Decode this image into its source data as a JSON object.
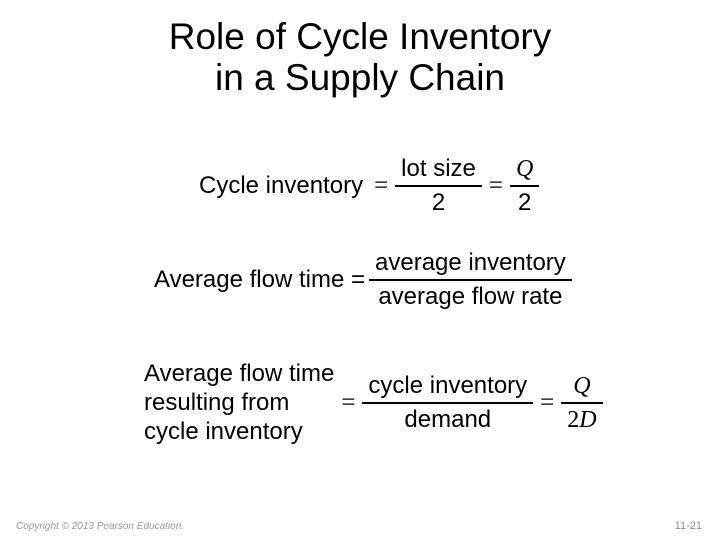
{
  "title": {
    "line1": "Role of Cycle Inventory",
    "line2": "in a Supply Chain"
  },
  "formula1": {
    "label": "Cycle inventory",
    "equals1": "=",
    "frac_lot": {
      "num": "lot size",
      "den": "2"
    },
    "equals2": "=",
    "frac_q": {
      "num": "Q",
      "den": "2"
    }
  },
  "formula2": {
    "label": "Average flow time =",
    "frac": {
      "num": "average inventory",
      "den": "average flow rate"
    }
  },
  "formula3": {
    "label_lines": [
      "Average flow time",
      "resulting from",
      "cycle inventory"
    ],
    "equals1": "=",
    "frac_cycle": {
      "num": "cycle inventory",
      "den": "demand"
    },
    "equals2": "=",
    "frac_q": {
      "num": "Q",
      "den_coef": "2",
      "den_var": "D"
    }
  },
  "footer": {
    "copyright": "Copyright © 2013 Pearson Education.",
    "page_number": "11-21"
  },
  "colors": {
    "background": "#ffffff",
    "text": "#000000",
    "footer_text": "#9a9a9a"
  }
}
